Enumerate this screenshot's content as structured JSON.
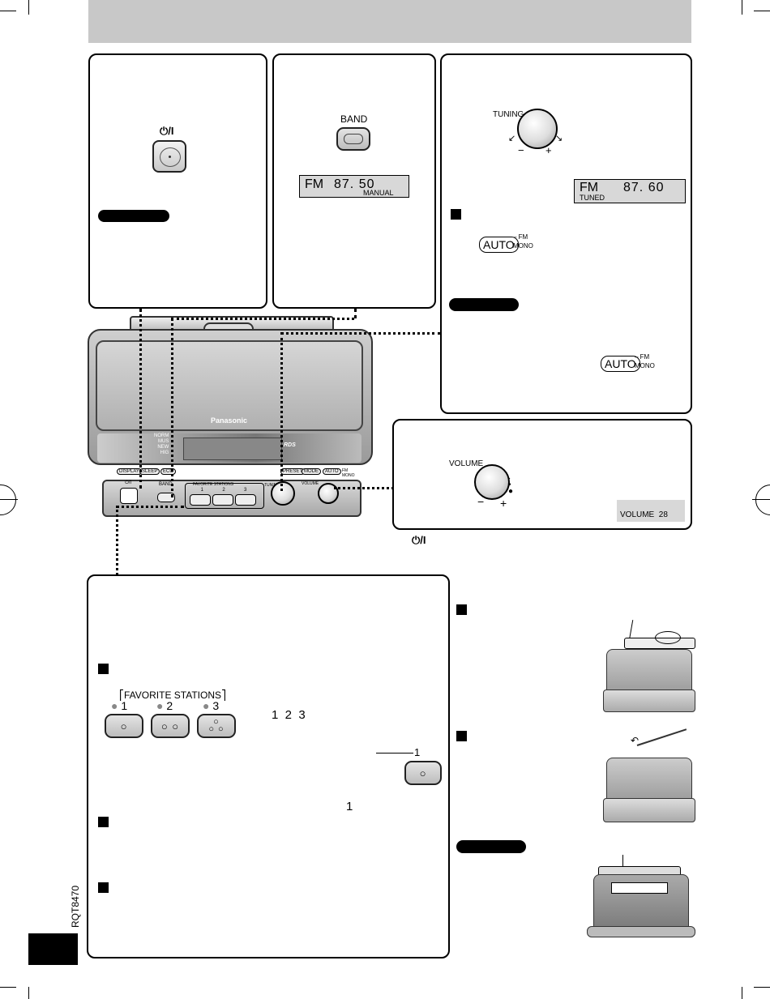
{
  "doc_id": "RQT8470",
  "power_symbol": "⏻/I",
  "box_band": {
    "button_label": "BAND",
    "lcd_band": "FM",
    "lcd_freq": "87. 50",
    "lcd_mode": "MANUAL"
  },
  "box_tuning": {
    "dial_label": "TUNING",
    "minus": "−",
    "plus": "+",
    "lcd_band": "FM",
    "lcd_freq": "87. 60",
    "lcd_mode": "TUNED",
    "auto_label": "AUTO",
    "fm_label": "– FM",
    "mono_label": "MONO"
  },
  "box_volume": {
    "dial_label": "VOLUME",
    "minus": "−",
    "plus": "+",
    "lcd_text": "VOLUME  28"
  },
  "unit": {
    "brand": "Panasonic",
    "eq_modes": [
      "NORM",
      "MUS",
      "NEW",
      "HIG"
    ],
    "rds_logo": "RDS",
    "buttons_top": [
      "DISPLAY",
      "SLEEP",
      "ECO",
      "PRESET",
      "MODE",
      "AUTO"
    ],
    "fm_mono": "FM MONO",
    "power_label": "⏻/I",
    "band_label": "BAND",
    "fav_label": "FAVORITE STATIONS",
    "fav_numbers": [
      "1",
      "2",
      "3"
    ],
    "tuning_label": "TUNING",
    "volume_label": "VOLUME"
  },
  "box_favorites": {
    "group_label": "FAVORITE STATIONS",
    "numbers": [
      "1",
      "2",
      "3"
    ],
    "button_dots": [
      "○",
      "○ ○",
      "○ ○ ○"
    ],
    "inline_numbers": "1  2  3",
    "single_button_number": "1",
    "single_button_dot": "○",
    "trailing_number": "1"
  }
}
